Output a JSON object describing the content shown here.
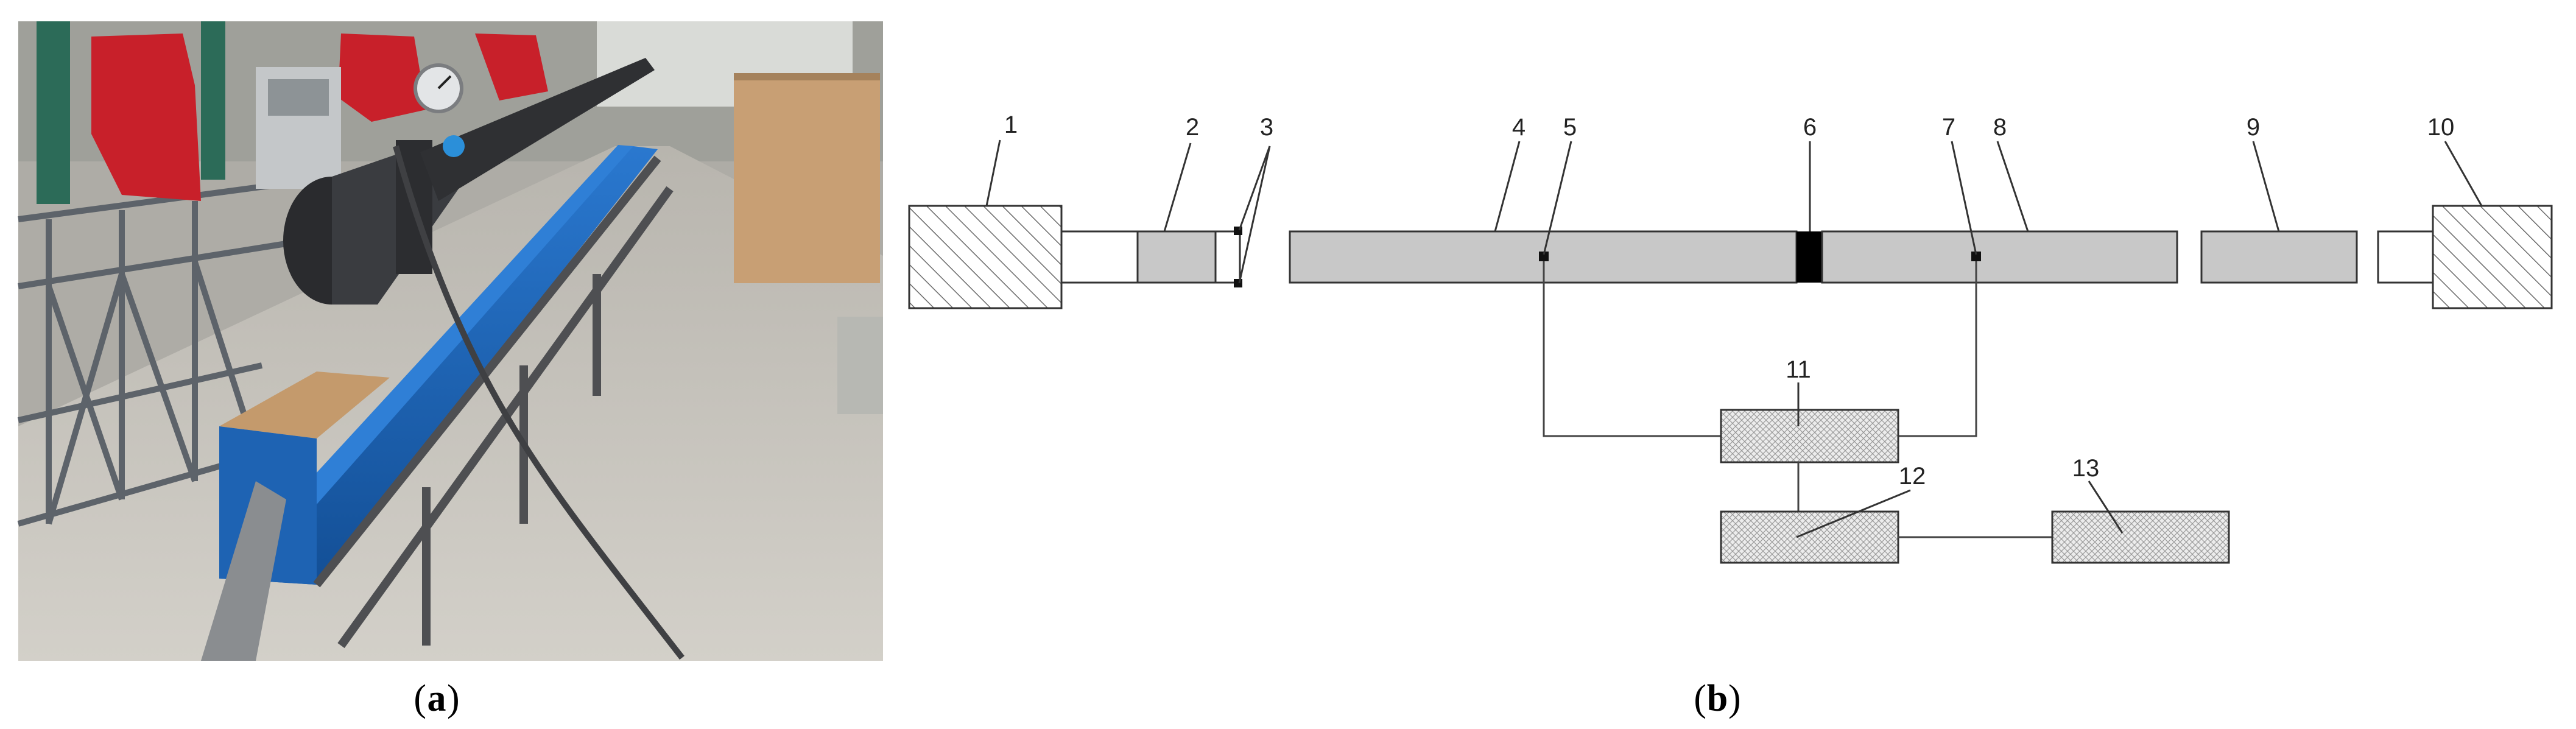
{
  "panels": {
    "a": {
      "caption_open": "(",
      "caption_letter": "a",
      "caption_close": ")",
      "photo": "SHPB apparatus photograph"
    },
    "b": {
      "caption_open": "(",
      "caption_letter": "b",
      "caption_close": ")",
      "labels": [
        "1",
        "2",
        "3",
        "4",
        "5",
        "6",
        "7",
        "8",
        "9",
        "10",
        "11",
        "12",
        "13"
      ]
    }
  },
  "colors": {
    "bar_fill": "#c8c8c8",
    "bar_stroke": "#333333",
    "specimen": "#000000",
    "hatch": "#666666",
    "crosshatch_fill": "#e6e6e6",
    "wall": "#b9b8b1",
    "floor": "#c9c6bf",
    "rail_blue": "#1f66b8",
    "plywood": "#caa37a",
    "red_cloth": "#c8202a"
  }
}
